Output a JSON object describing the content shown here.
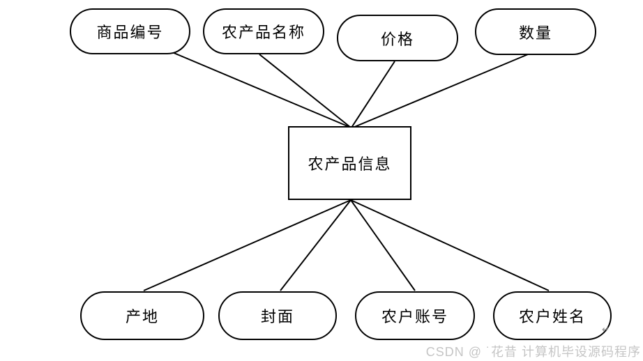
{
  "diagram": {
    "entity": {
      "label": "农产品信息"
    },
    "top_attributes": [
      {
        "label": "商品编号"
      },
      {
        "label": "农产品名称"
      },
      {
        "label": "价格"
      },
      {
        "label": "数量"
      }
    ],
    "bottom_attributes": [
      {
        "label": "产地"
      },
      {
        "label": "封面"
      },
      {
        "label": "农户账号"
      },
      {
        "label": "农户姓名"
      }
    ]
  },
  "watermark": {
    "text": "CSDN @ ˙花昔  计算机毕设源码程序",
    "return_mark": "↵"
  },
  "colors": {
    "stroke": "#000000",
    "background": "#ffffff",
    "watermark_text": "#c5c5c5"
  }
}
